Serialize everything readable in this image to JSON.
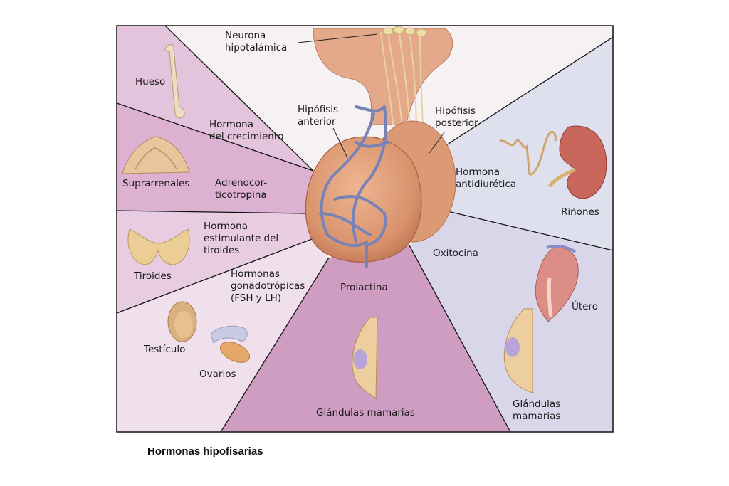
{
  "colors": {
    "frame": "#111111",
    "pink_light": "#e6c6de",
    "pink_mid": "#d6a5c8",
    "pink_strong": "#c98ab6",
    "lavender": "#dcdcec",
    "lavender_dark": "#c9c7e0",
    "pituitary_skin": "#d9926a",
    "pituitary_shadow": "#b86e4c",
    "vessel": "#7a86b8",
    "nerve": "#e6cf9a",
    "bone": "#ead7b4",
    "organ": "#e9c29a",
    "kidney": "#c9685f"
  },
  "icons": [
    "bone-icon",
    "adrenal-gland-icon",
    "thyroid-icon",
    "testicle-icon",
    "ovary-icon",
    "mammary-gland-icon",
    "kidney-icon",
    "uterus-icon",
    "nephron-icon"
  ],
  "labels": {
    "neurona": "Neurona\nhipotalámica",
    "hipofisis_anterior": "Hipófisis\nanterior",
    "hipofisis_posterior": "Hipófisis\nposterior",
    "hueso": "Hueso",
    "hormona_crecimiento": "Hormona\ndel crecimiento",
    "suprarrenales": "Suprarrenales",
    "adrenocorticotropina": "Adrenocor-\nticotropina",
    "hormona_tiroides": "Hormona\nestimulante del\ntiroides",
    "tiroides": "Tiroides",
    "gonadotropicas": "Hormonas\ngonadotrópicas\n(FSH y LH)",
    "testiculo": "Testículo",
    "ovarios": "Ovarios",
    "prolactina": "Prolactina",
    "glandulas_mamarias_centro": "Glándulas mamarias",
    "hormona_antidiuretica": "Hormona\nantidiurética",
    "rinones": "Riñones",
    "oxitocina": "Oxitocina",
    "utero": "Útero",
    "glandulas_mamarias_derecha": "Glándulas\nmamarias"
  },
  "caption": "Hormonas hipofisarias"
}
